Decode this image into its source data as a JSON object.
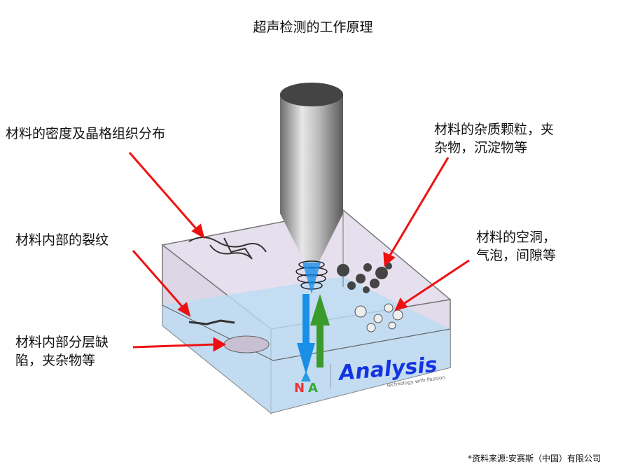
{
  "title": "超声检测的工作原理",
  "labels": {
    "density": "材料的密度及晶格组织分布",
    "crack": "材料内部的裂纹",
    "layer": [
      "材料内部分层缺",
      "陷，夹杂物等"
    ],
    "inclusion": [
      "材料的杂质颗粒，夹",
      "杂物，沉淀物等"
    ],
    "void": [
      "材料的空洞，",
      "气泡，间隙等"
    ]
  },
  "logo": {
    "text": "Analysis",
    "tagline": "Technology with Passion"
  },
  "source": "*资料来源:安赛斯（中国）有限公司",
  "colors": {
    "arrow": "#ee1111",
    "wave_down": "#1a8fe8",
    "wave_up": "#3a9a2a",
    "logo": "#1433e0"
  }
}
